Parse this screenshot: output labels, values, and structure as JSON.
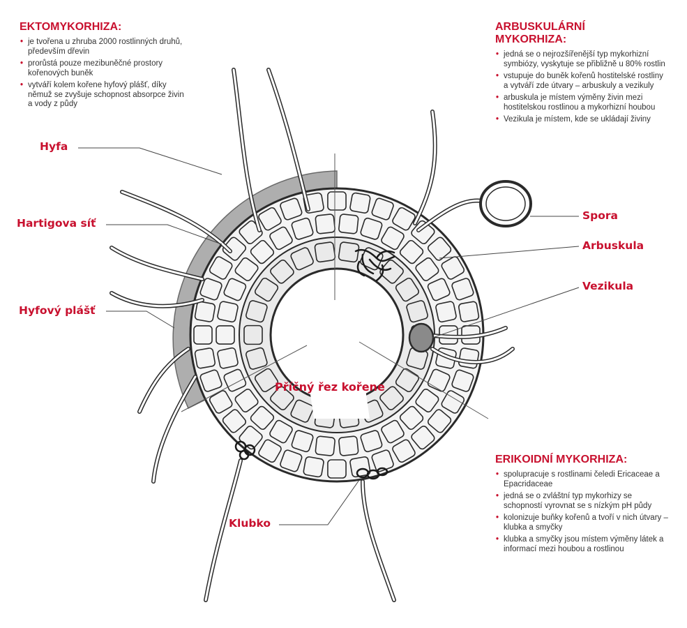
{
  "sections": {
    "ekto": {
      "title": "EKTOMYKORHIZA:",
      "bullets": [
        "je tvořena u zhruba 2000 rostlinných druhů, především dřevin",
        "prorůstá pouze mezibuněčné prostory kořenových buněk",
        "vytváří kolem kořene hyfový plášť, díky němuž se zvyšuje schopnost absorpce živin a vody z půdy"
      ]
    },
    "arbus": {
      "title_line1": "ARBUSKULÁRNÍ",
      "title_line2": "MYKORHIZA:",
      "bullets": [
        "jedná se o nejrozšířenější typ mykorhizní symbiózy, vyskytuje se přibližně u 80% rostlin",
        "vstupuje do buněk kořenů hostitelské rostliny a vytváří zde útvary – arbuskuly a vezikuly",
        "arbuskula je místem výměny živin mezi hostitelskou rostlinou a mykorhizní houbou",
        "Vezikula je místem, kde se ukládají živiny"
      ]
    },
    "erik": {
      "title": "ERIKOIDNÍ MYKORHIZA:",
      "bullets": [
        "spolupracuje s rostlinami čeledi Ericaceae a Epacridaceae",
        "jedná se o zvláštní typ mykorhizy se schopností vyrovnat se s nízkým pH půdy",
        "kolonizuje buňky kořenů a tvoří v nich útvary – klubka a smyčky",
        "klubka a smyčky jsou místem výměny látek a informací mezi houbou a rostlinou"
      ]
    }
  },
  "labels": {
    "hyfa": "Hyfa",
    "hartig": "Hartigova síť",
    "plast": "Hyfový plášť",
    "spora": "Spora",
    "arbuskula": "Arbuskula",
    "vezikula": "Vezikula",
    "klubko": "Klubko",
    "rez": "Příčný řez kořene"
  },
  "colors": {
    "accent": "#c8102e",
    "text": "#333333",
    "ink": "#2a2a2a",
    "mantle": "#8a8a8a"
  }
}
